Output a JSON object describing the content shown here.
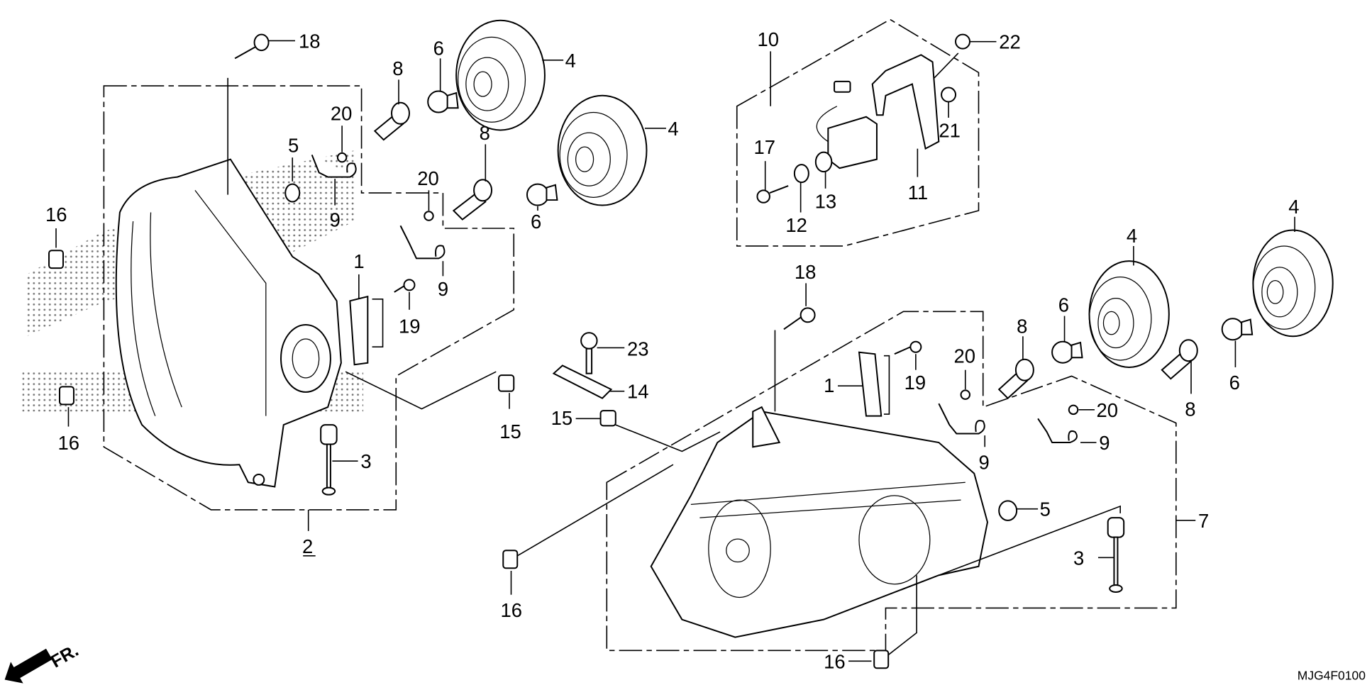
{
  "diagram": {
    "title": "Headlight assembly parts diagram",
    "diagram_code": "MJG4F0100",
    "direction_indicator": "FR.",
    "callouts": [
      {
        "id": "c18a",
        "label": "18"
      },
      {
        "id": "c8a",
        "label": "8"
      },
      {
        "id": "c6a",
        "label": "6"
      },
      {
        "id": "c4a",
        "label": "4"
      },
      {
        "id": "c20a",
        "label": "20"
      },
      {
        "id": "c5a",
        "label": "5"
      },
      {
        "id": "c9a",
        "label": "9"
      },
      {
        "id": "c8b",
        "label": "8"
      },
      {
        "id": "c4b",
        "label": "4"
      },
      {
        "id": "c20b",
        "label": "20"
      },
      {
        "id": "c6b",
        "label": "6"
      },
      {
        "id": "c9b",
        "label": "9"
      },
      {
        "id": "c16a",
        "label": "16"
      },
      {
        "id": "c1a",
        "label": "1"
      },
      {
        "id": "c19a",
        "label": "19"
      },
      {
        "id": "c16b",
        "label": "16"
      },
      {
        "id": "c3a",
        "label": "3"
      },
      {
        "id": "c2",
        "label": "2"
      },
      {
        "id": "c15a",
        "label": "15"
      },
      {
        "id": "c10",
        "label": "10"
      },
      {
        "id": "c22",
        "label": "22"
      },
      {
        "id": "c17",
        "label": "17"
      },
      {
        "id": "c12",
        "label": "12"
      },
      {
        "id": "c13",
        "label": "13"
      },
      {
        "id": "c11",
        "label": "11"
      },
      {
        "id": "c21",
        "label": "21"
      },
      {
        "id": "c18b",
        "label": "18"
      },
      {
        "id": "c23",
        "label": "23"
      },
      {
        "id": "c14",
        "label": "14"
      },
      {
        "id": "c15b",
        "label": "15"
      },
      {
        "id": "c1b",
        "label": "1"
      },
      {
        "id": "c19b",
        "label": "19"
      },
      {
        "id": "c20c",
        "label": "20"
      },
      {
        "id": "c9c",
        "label": "9"
      },
      {
        "id": "c4c",
        "label": "4"
      },
      {
        "id": "c4d",
        "label": "4"
      },
      {
        "id": "c8c",
        "label": "8"
      },
      {
        "id": "c6c",
        "label": "6"
      },
      {
        "id": "c8d",
        "label": "8"
      },
      {
        "id": "c6d",
        "label": "6"
      },
      {
        "id": "c20d",
        "label": "20"
      },
      {
        "id": "c9d",
        "label": "9"
      },
      {
        "id": "c5b",
        "label": "5"
      },
      {
        "id": "c7",
        "label": "7"
      },
      {
        "id": "c3b",
        "label": "3"
      },
      {
        "id": "c16c",
        "label": "16"
      },
      {
        "id": "c16d",
        "label": "16"
      }
    ]
  }
}
